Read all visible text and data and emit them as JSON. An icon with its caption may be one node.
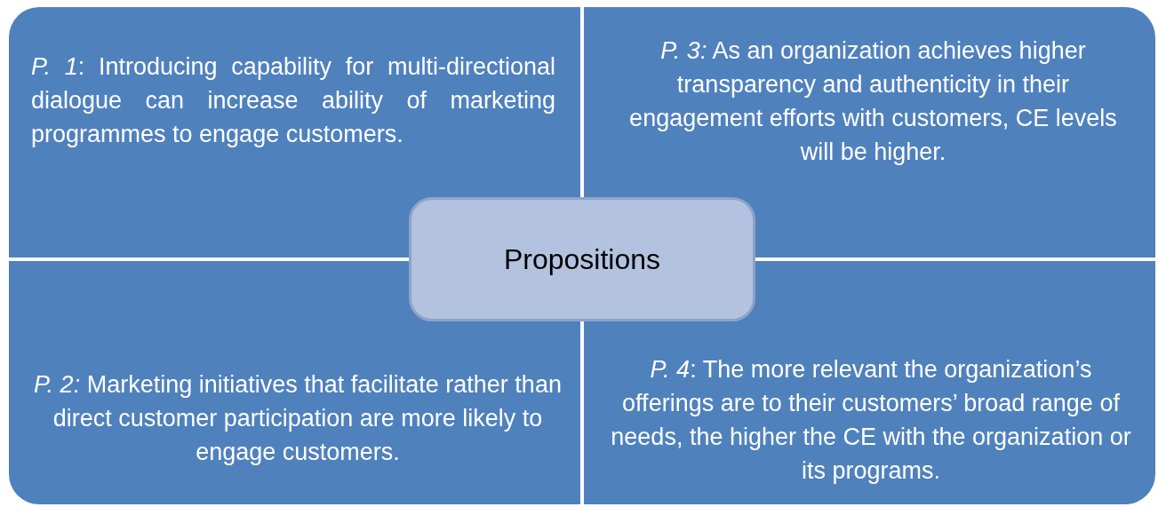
{
  "diagram": {
    "nodes": [
      {
        "text": [
          "*P. 1*: Introducing capability for multi-directional dialogue can increase ability of marketing programmes to engage customers."
        ]
      },
      {
        "text": [
          "*P. 3:* As an organization achieves higher transparency and authenticity in their engagement efforts with customers, CE levels will be higher."
        ]
      },
      {
        "text": [
          "Propositions"
        ]
      },
      {
        "text": [
          "*P. 2:* Marketing initiatives that facilitate rather than direct customer participation are more likely to engage customers."
        ]
      },
      {
        "text": [
          "*P. 4*: The more relevant the organization’s offerings are to their customers’ broad range of needs, the higher the CE with the organization or its programs."
        ]
      }
    ],
    "edges": []
  }
}
